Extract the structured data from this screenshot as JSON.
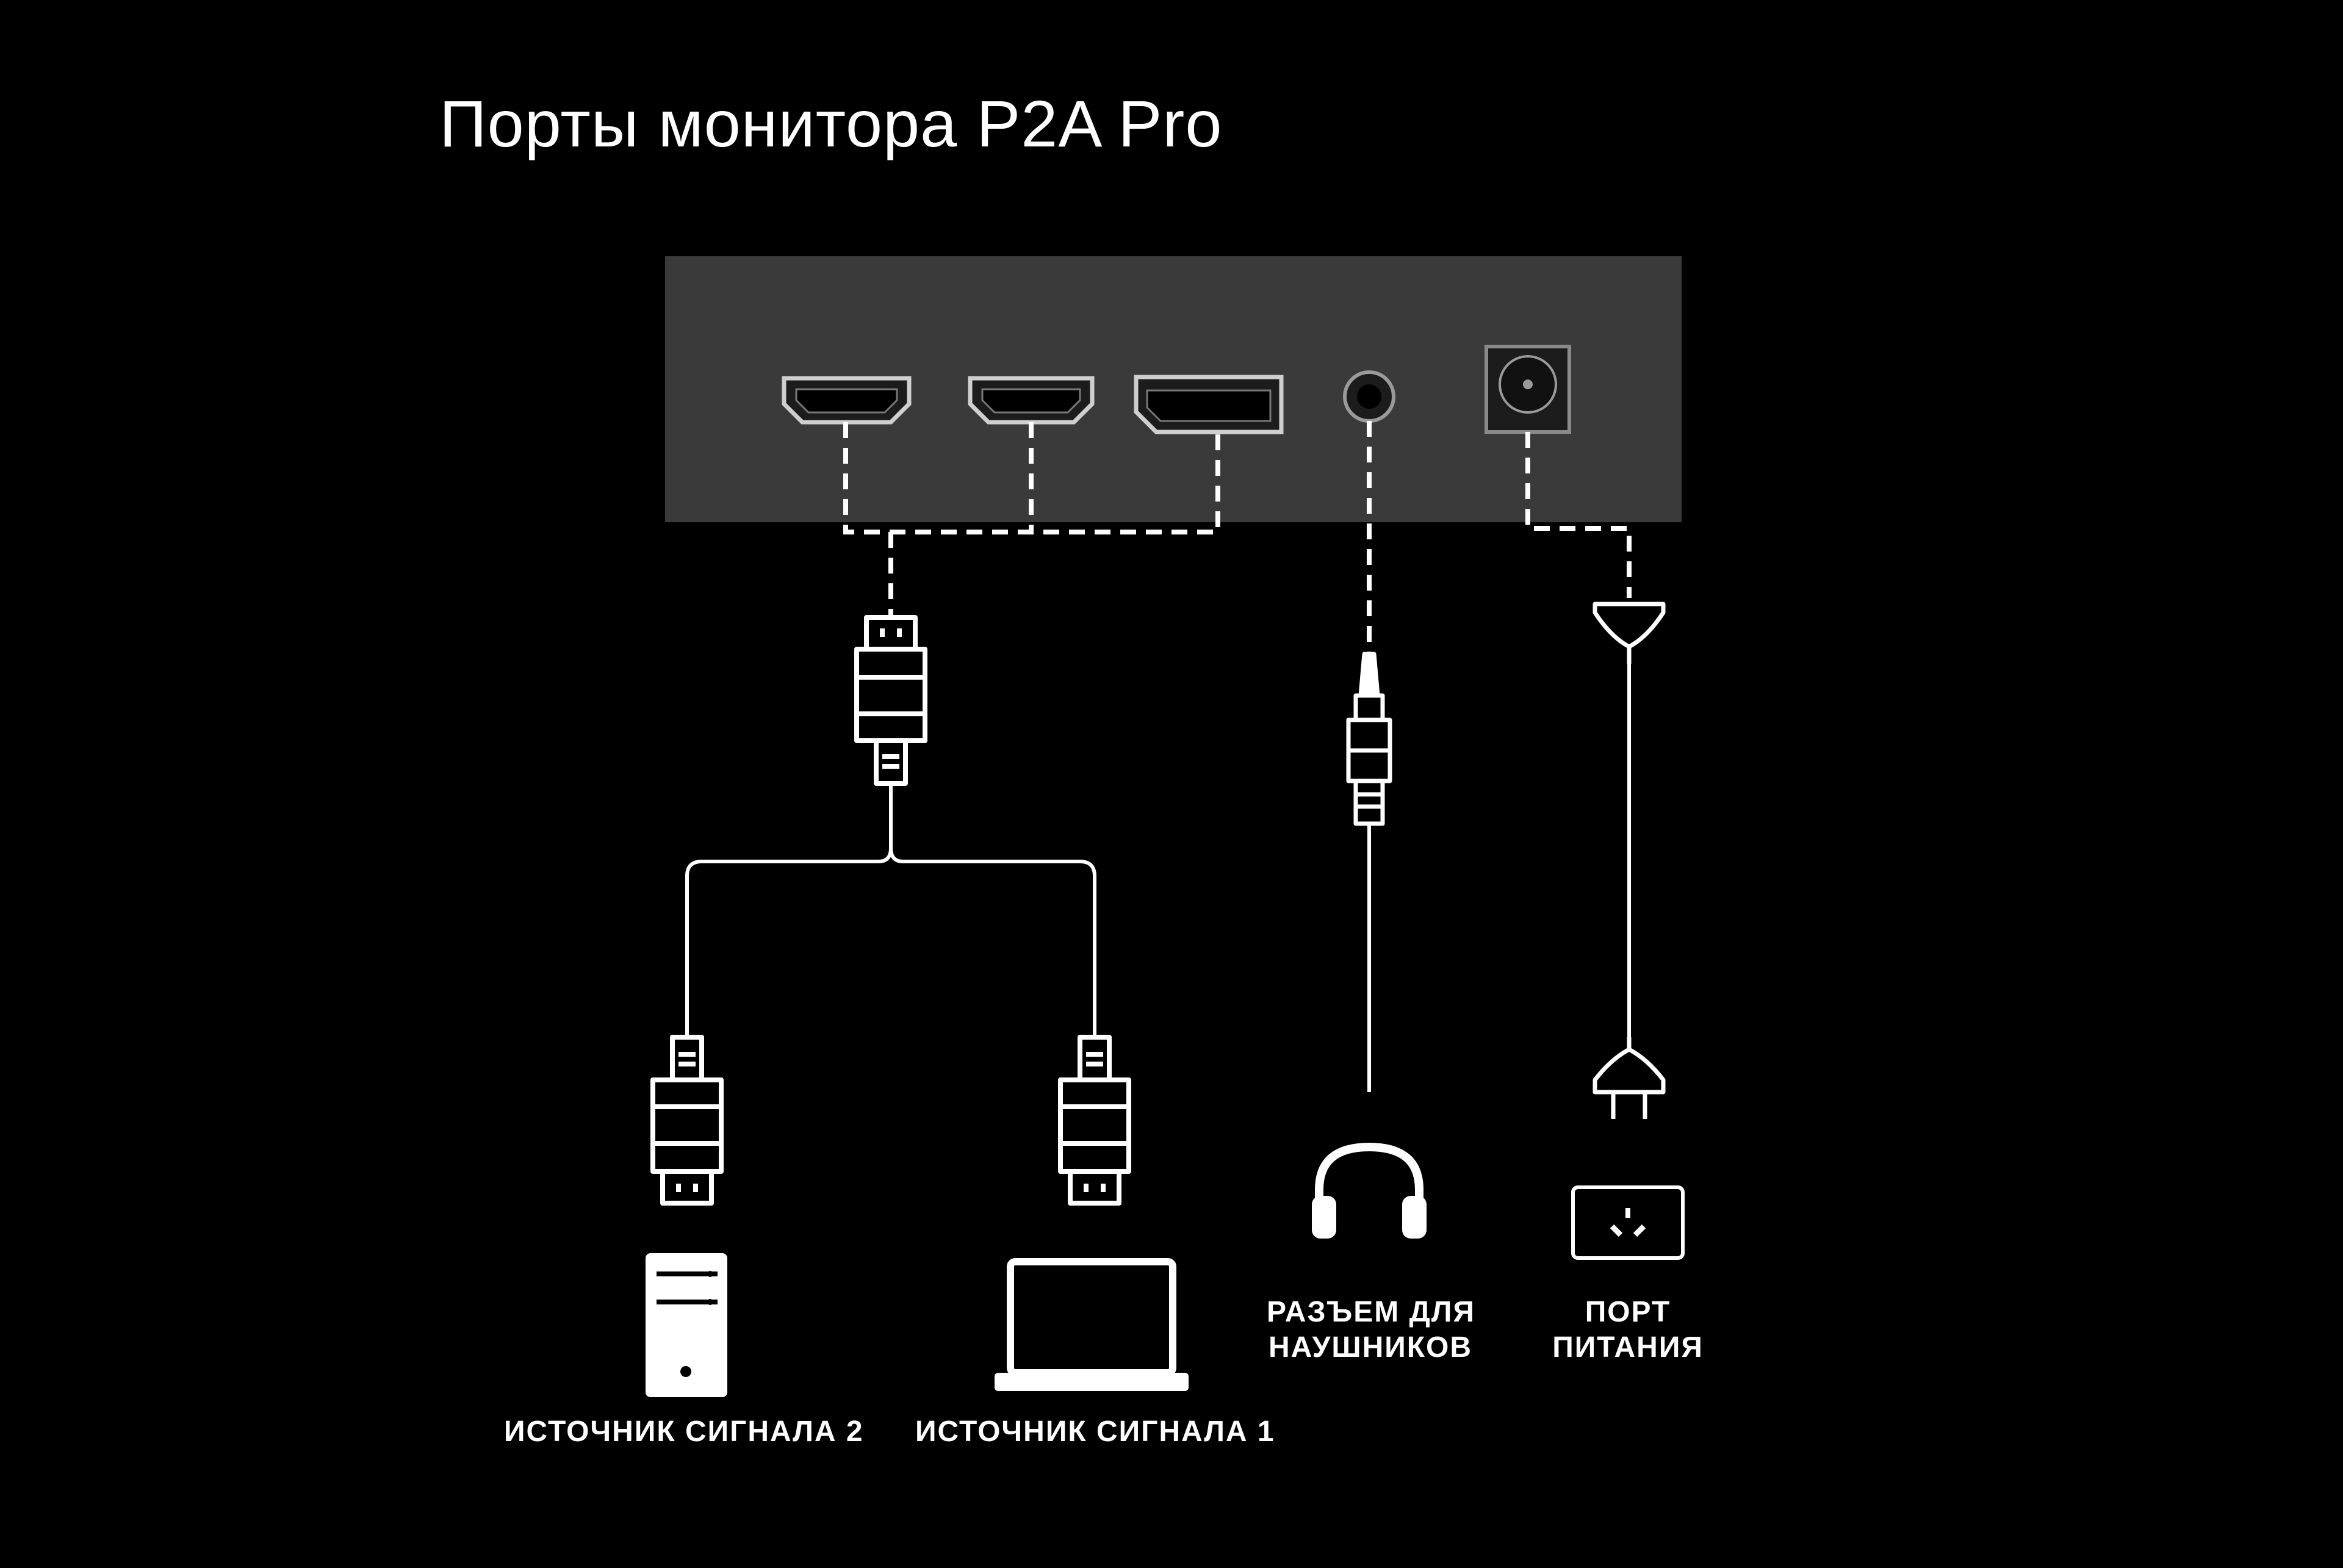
{
  "title": "Порты монитора P2A Pro",
  "labels": {
    "source2": "ИСТОЧНИК СИГНАЛА 2",
    "source1": "ИСТОЧНИК СИГНАЛА 1",
    "headphones_line1": "РАЗЪЕМ ДЛЯ",
    "headphones_line2": "НАУШНИКОВ",
    "power_line1": "ПОРТ",
    "power_line2": "ПИТАНИЯ"
  },
  "colors": {
    "background": "#000000",
    "panel": "#3a3a3a",
    "line": "#ffffff"
  },
  "icons": [
    "hdmi-port-icon",
    "hdmi-port-icon",
    "displayport-port-icon",
    "audio-jack-icon",
    "power-jack-icon",
    "hdmi-plug-icon",
    "audio-plug-icon",
    "power-plug-icon",
    "pc-tower-icon",
    "laptop-icon",
    "headphones-icon",
    "power-socket-icon"
  ]
}
